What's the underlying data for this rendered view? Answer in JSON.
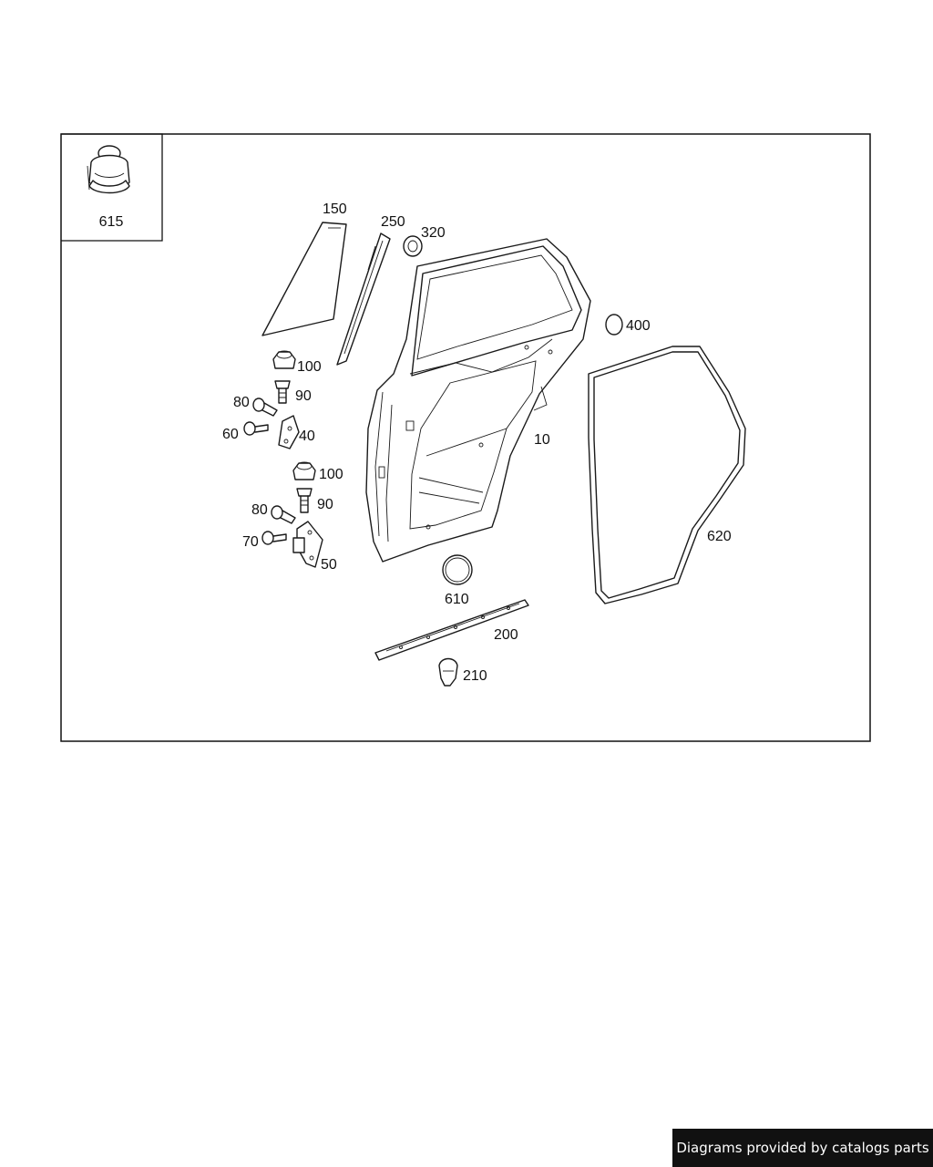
{
  "diagram": {
    "inset_callout": "615",
    "callouts": {
      "p10": "10",
      "p40": "40",
      "p50": "50",
      "p60": "60",
      "p70": "70",
      "p80a": "80",
      "p80b": "80",
      "p90a": "90",
      "p90b": "90",
      "p100a": "100",
      "p100b": "100",
      "p150": "150",
      "p200": "200",
      "p210": "210",
      "p250": "250",
      "p320": "320",
      "p400": "400",
      "p610": "610",
      "p620": "620"
    }
  },
  "footer": {
    "credit": "Diagrams provided by catalogs parts"
  }
}
